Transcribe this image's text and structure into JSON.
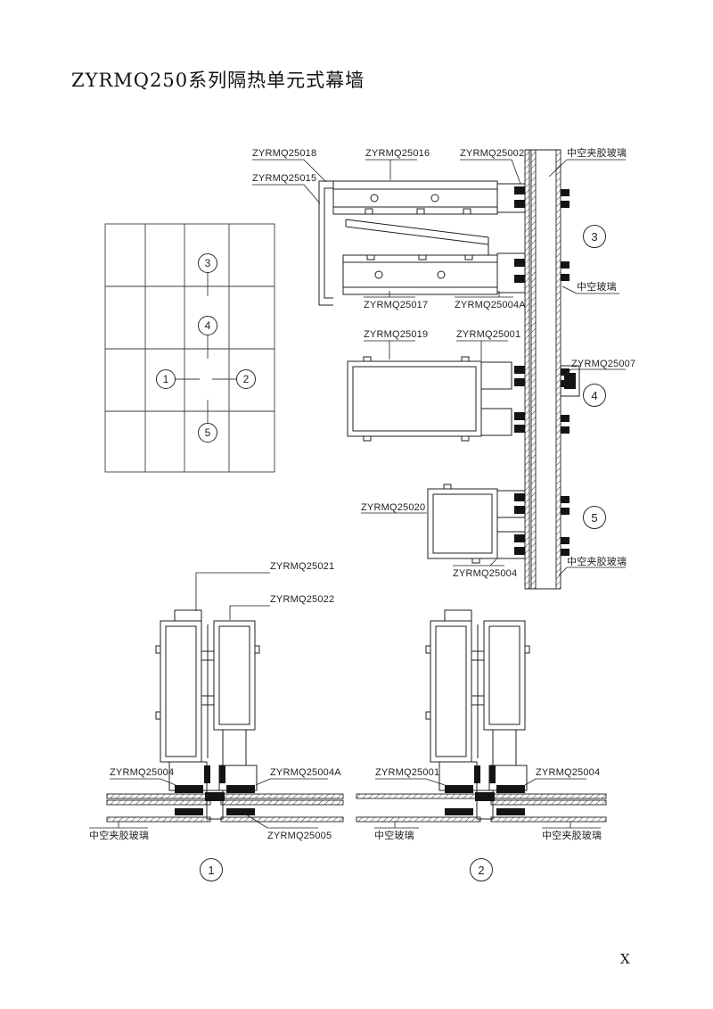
{
  "page": {
    "title": "ZYRMQ250系列隔热单元式幕墙",
    "page_number": "X"
  },
  "keyplan": {
    "bubble3": "3",
    "bubble4": "4",
    "bubble1": "1",
    "bubble2": "2",
    "bubble5": "5"
  },
  "detail3": {
    "bubble": "3",
    "zyrmq25018": "ZYRMQ25018",
    "zyrmq25016": "ZYRMQ25016",
    "zyrmq25002": "ZYRMQ25002",
    "glass_laminated_top": "中空夹胶玻璃",
    "zyrmq25015": "ZYRMQ25015",
    "zyrmq25017": "ZYRMQ25017",
    "zyrmq25004a": "ZYRMQ25004A",
    "glass_insulated": "中空玻璃"
  },
  "detail4": {
    "bubble": "4",
    "zyrmq25019": "ZYRMQ25019",
    "zyrmq25001": "ZYRMQ25001",
    "zyrmq25007": "ZYRMQ25007"
  },
  "detail5": {
    "bubble": "5",
    "zyrmq25020": "ZYRMQ25020",
    "zyrmq25004": "ZYRMQ25004",
    "glass_laminated": "中空夹胶玻璃"
  },
  "detail1": {
    "bubble": "1",
    "zyrmq25021": "ZYRMQ25021",
    "zyrmq25022": "ZYRMQ25022",
    "zyrmq25004": "ZYRMQ25004",
    "zyrmq25004a": "ZYRMQ25004A",
    "zyrmq25005": "ZYRMQ25005",
    "glass_laminated": "中空夹胶玻璃"
  },
  "detail2": {
    "bubble": "2",
    "zyrmq25001": "ZYRMQ25001",
    "zyrmq25004": "ZYRMQ25004",
    "glass_insulated": "中空玻璃",
    "glass_laminated": "中空夹胶玻璃"
  }
}
